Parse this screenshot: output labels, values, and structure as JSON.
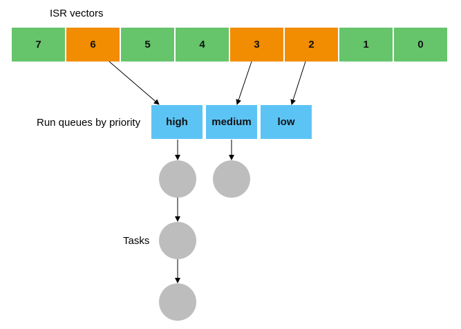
{
  "labels": {
    "isr_vectors": "ISR vectors",
    "run_queues": "Run queues by priority",
    "tasks": "Tasks"
  },
  "vectors": [
    {
      "label": "7",
      "kind": "unused"
    },
    {
      "label": "6",
      "kind": "active"
    },
    {
      "label": "5",
      "kind": "unused"
    },
    {
      "label": "4",
      "kind": "unused"
    },
    {
      "label": "3",
      "kind": "active"
    },
    {
      "label": "2",
      "kind": "active"
    },
    {
      "label": "1",
      "kind": "unused"
    },
    {
      "label": "0",
      "kind": "unused"
    }
  ],
  "queues": [
    {
      "label": "high"
    },
    {
      "label": "medium"
    },
    {
      "label": "low"
    }
  ],
  "colors": {
    "vector_unused": "#66c46b",
    "vector_active": "#f28c00",
    "queue": "#5bc4f5",
    "task": "#bdbdbd",
    "arrow": "#000000"
  }
}
